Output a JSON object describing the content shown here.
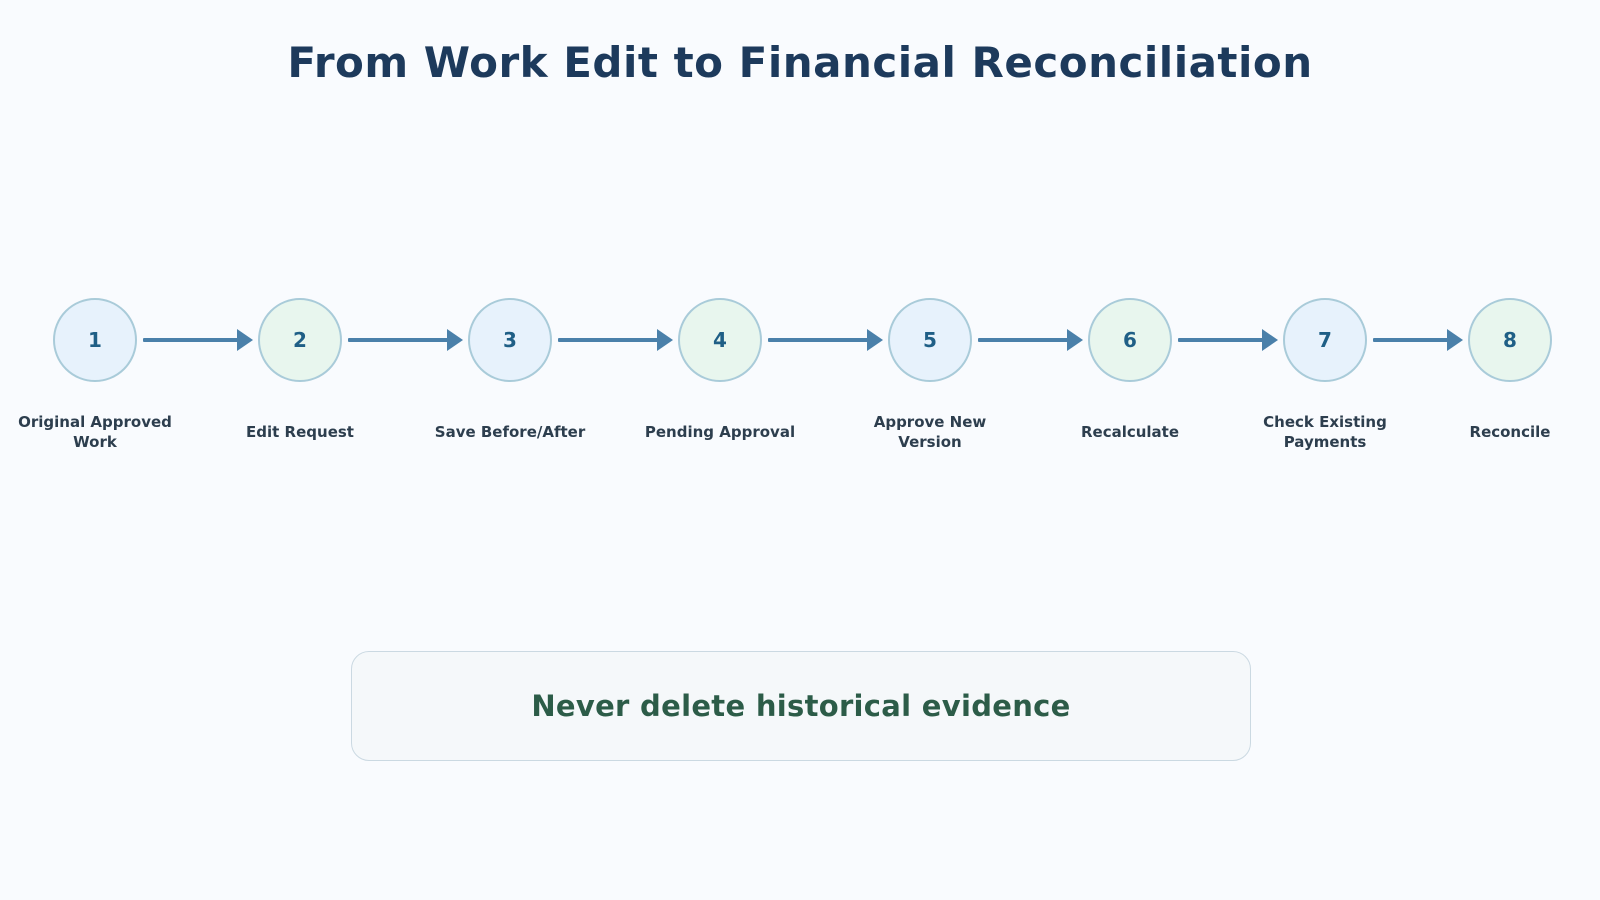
{
  "title": "From Work Edit to Financial Reconciliation",
  "steps": [
    {
      "number": "1",
      "label": "Original Approved Work",
      "fill": "#e7f2fc"
    },
    {
      "number": "2",
      "label": "Edit Request",
      "fill": "#e8f6ee"
    },
    {
      "number": "3",
      "label": "Save Before/After",
      "fill": "#e7f2fc"
    },
    {
      "number": "4",
      "label": "Pending Approval",
      "fill": "#e8f6ee"
    },
    {
      "number": "5",
      "label": "Approve New Version",
      "fill": "#e7f2fc"
    },
    {
      "number": "6",
      "label": "Recalculate",
      "fill": "#e8f6ee"
    },
    {
      "number": "7",
      "label": "Check Existing Payments",
      "fill": "#e7f2fc"
    },
    {
      "number": "8",
      "label": "Reconcile",
      "fill": "#e8f6ee"
    }
  ],
  "note": "Never delete historical evidence",
  "colors": {
    "title": "#1d3a5c",
    "arrow": "#4a80aa",
    "circle_border": "#a9cbd9",
    "step_number": "#1f5f86",
    "note_text": "#2c5c48"
  }
}
